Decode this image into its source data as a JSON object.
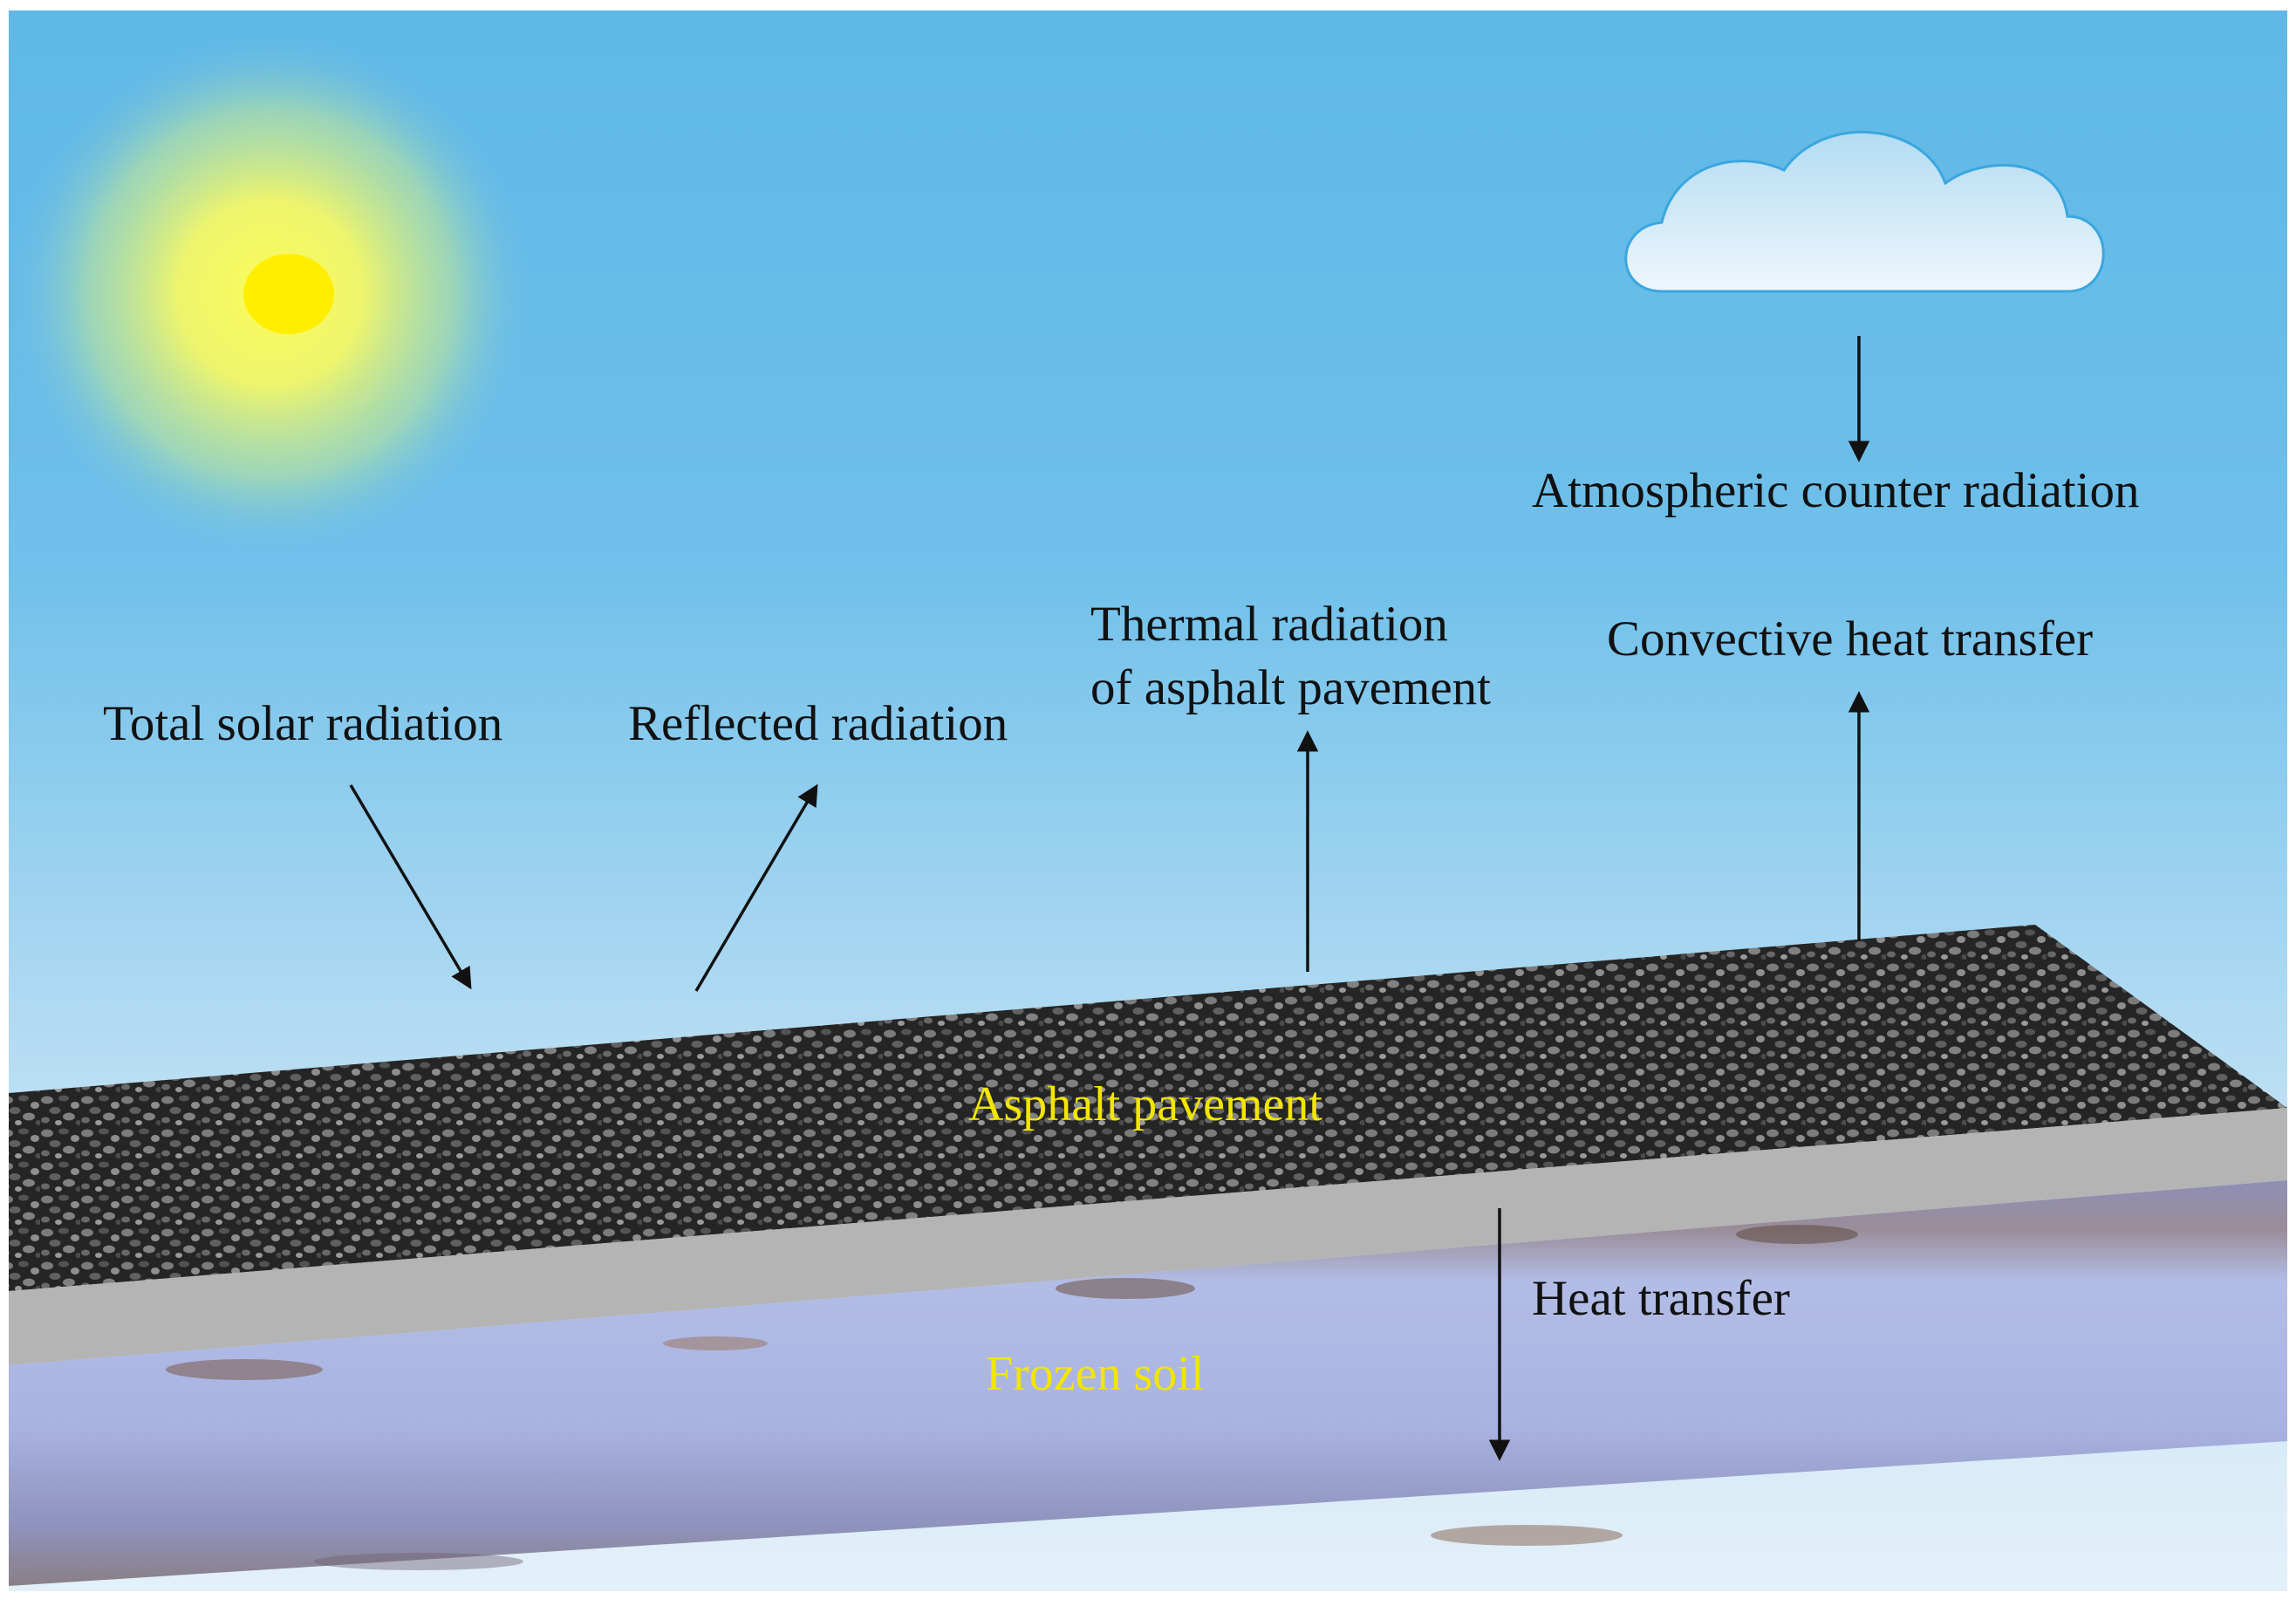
{
  "diagram": {
    "labels": {
      "total_solar": "Total solar radiation",
      "reflected": "Reflected radiation",
      "thermal_line1": "Thermal radiation",
      "thermal_line2": "of asphalt pavement",
      "convective": "Convective heat transfer",
      "atmospheric": "Atmospheric counter radiation",
      "heat_transfer": "Heat transfer",
      "asphalt_layer": "Asphalt pavement",
      "frozen_soil": "Frozen soil"
    },
    "colors": {
      "sky_top": "#5db7e5",
      "sky_bottom": "#deedf8",
      "sun_core": "#ffee00",
      "sun_glow": "#f3f76a",
      "asphalt": "#2e2e2e",
      "base_layer": "#b3b3b3",
      "frozen_soil": "#a9b4e4",
      "layer_label": "#f2e600",
      "arrow": "#111111"
    },
    "icons": [
      "sun-icon",
      "cloud-icon"
    ]
  }
}
